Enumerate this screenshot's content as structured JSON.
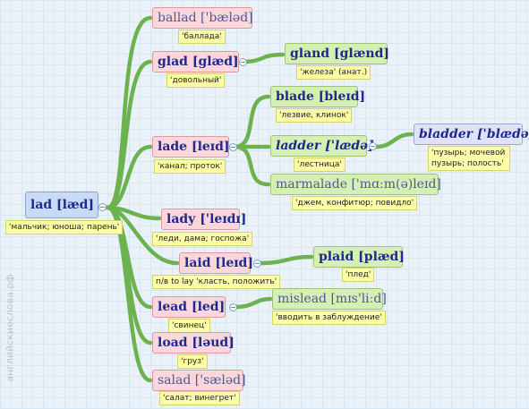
{
  "watermark": "английскиеслова.рф",
  "root": {
    "word": "lad [læd]",
    "note": "'мальчик; юноша; парень'"
  },
  "nodes": {
    "ballad": {
      "word": "ballad ['bæləd]",
      "note": "'баллада'"
    },
    "glad": {
      "word": "glad [glæd]",
      "note": "'довольный'"
    },
    "gland": {
      "word": "gland [glænd]",
      "note": "'железа' (анат.)"
    },
    "lade": {
      "word": "lade [leɪd]",
      "note": "'канал; проток'"
    },
    "blade": {
      "word": "blade [bleɪd]",
      "note": "'лезвие, клинок'"
    },
    "ladder": {
      "word": "ladder ['lædə]",
      "note": "'лестница'"
    },
    "bladder": {
      "word": "bladder ['blædə]",
      "note": "'пузырь; мочевой пузырь; полость'"
    },
    "marmalade": {
      "word": "marmalade ['mɑːm(ə)leɪd]",
      "note": "'джем, конфитюр; повидло'"
    },
    "lady": {
      "word": "lady ['leɪdɪ]",
      "note": "'леди, дама; госпожа'"
    },
    "laid": {
      "word": "laid [leɪd]",
      "note": "п/в to lay 'класть, положить'"
    },
    "plaid": {
      "word": "plaid [plæd]",
      "note": "'плед'"
    },
    "lead": {
      "word": "lead [led]",
      "note": "'свинец'"
    },
    "mislead": {
      "word": "mislead [mɪs'liːd]",
      "note": "'вводить в заблуждение'"
    },
    "load": {
      "word": "load [ləud]",
      "note": "'груз'"
    },
    "salad": {
      "word": "salad ['sæləd]",
      "note": "'салат; винегрет'"
    }
  }
}
